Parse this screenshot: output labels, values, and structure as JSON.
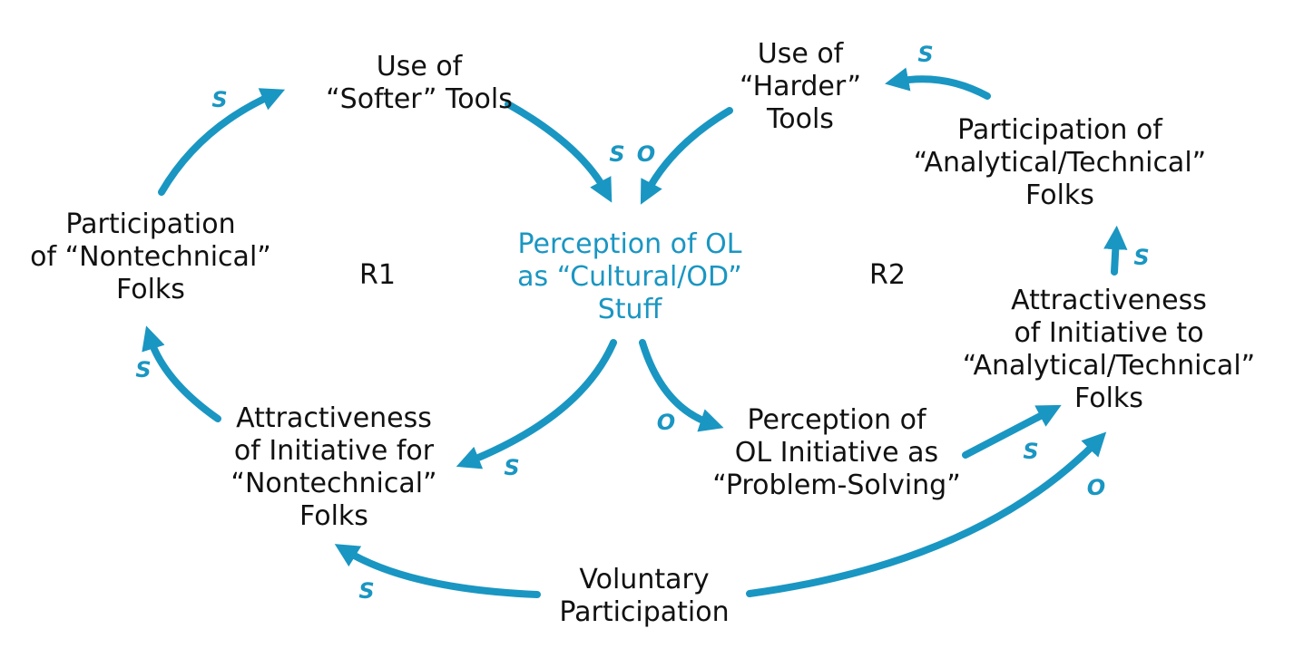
{
  "colors": {
    "arrow": "#1a96c2",
    "text": "#111111",
    "highlight": "#1a96c2"
  },
  "nodes": {
    "softer_tools": [
      "Use of",
      "“Softer” Tools"
    ],
    "harder_tools": [
      "Use of",
      "“Harder”",
      "Tools"
    ],
    "participation_analytical": [
      "Participation of",
      "“Analytical/Technical”",
      "Folks"
    ],
    "participation_nontechnical": [
      "Participation",
      "of “Nontechnical”",
      "Folks"
    ],
    "perception_cultural": [
      "Perception of OL",
      "as “Cultural/OD”",
      "Stuff"
    ],
    "attract_analytical": [
      "Attractiveness",
      "of Initiative to",
      "“Analytical/Technical”",
      "Folks"
    ],
    "attract_nontechnical": [
      "Attractiveness",
      "of Initiative for",
      "“Nontechnical”",
      "Folks"
    ],
    "perception_problem": [
      "Perception of",
      "OL Initiative as",
      "“Problem-Solving”"
    ],
    "voluntary": [
      "Voluntary",
      "Participation"
    ]
  },
  "loops": {
    "r1": "R1",
    "r2": "R2"
  },
  "polarities": {
    "nontech_to_softer": "S",
    "softer_to_perception": "S",
    "harder_to_perception": "O",
    "analytical_to_harder": "S",
    "attract_analytical_to_participation": "S",
    "attract_nontech_to_participation": "S",
    "perception_to_attract_nontech": "S",
    "perception_to_problem": "O",
    "problem_to_attract_analytical": "S",
    "voluntary_to_attract_analytical": "O",
    "voluntary_to_attract_nontech": "S"
  }
}
